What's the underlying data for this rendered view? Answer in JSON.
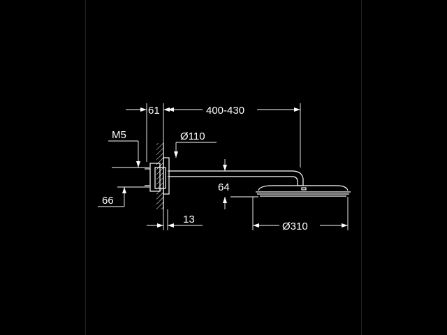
{
  "diagram": {
    "colors": {
      "background": "#000000",
      "line": "#ffffff",
      "frame": "#222222"
    },
    "dimensions": {
      "wall_offset": "61",
      "arm_length": "400-430",
      "thread": "M5",
      "flange_diameter": "Ø110",
      "arm_height": "64",
      "flange_height": "66",
      "flange_depth": "13",
      "head_diameter": "Ø310"
    }
  }
}
